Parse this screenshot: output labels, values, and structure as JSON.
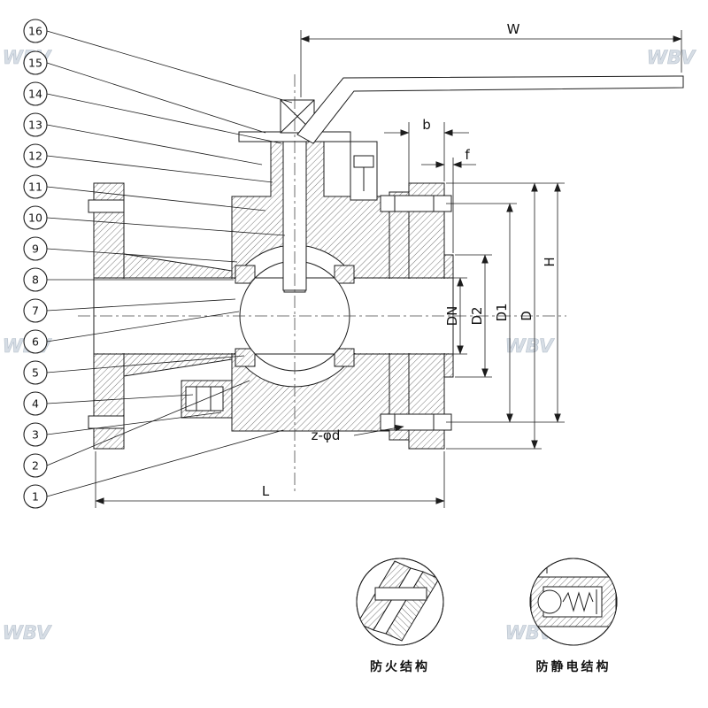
{
  "drawing": {
    "watermark": "WBV",
    "callouts": [
      "16",
      "15",
      "14",
      "13",
      "12",
      "11",
      "10",
      "9",
      "8",
      "7",
      "6",
      "5",
      "4",
      "3",
      "2",
      "1"
    ],
    "dims": {
      "W": "W",
      "b": "b",
      "f": "f",
      "H": "H",
      "D": "D",
      "D1": "D1",
      "D2": "D2",
      "DN": "DN",
      "L": "L",
      "bolt": "z-φd"
    },
    "details": [
      {
        "caption": "防火结构"
      },
      {
        "caption": "防静电结构"
      }
    ]
  }
}
